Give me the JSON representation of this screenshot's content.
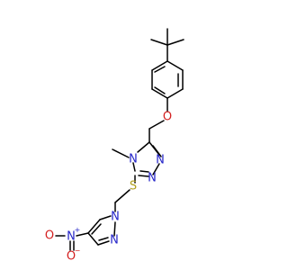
{
  "colors": {
    "carbon_bond": "#000000",
    "nitrogen": "#2424c8",
    "oxygen": "#d42020",
    "sulfur": "#b0a020",
    "background": "#ffffff"
  },
  "atoms": {
    "ether_oxygen": "O",
    "triazole_n_methyl": "N",
    "triazole_n_upper": "N",
    "triazole_n_lower": "N",
    "thioether_sulfur": "S",
    "pyrazole_n1": "N",
    "pyrazole_n2": "N",
    "nitro_n": "N",
    "nitro_n_charge": "+",
    "nitro_o_left": "O",
    "nitro_o_bottom": "O",
    "nitro_o_charge": "−"
  }
}
